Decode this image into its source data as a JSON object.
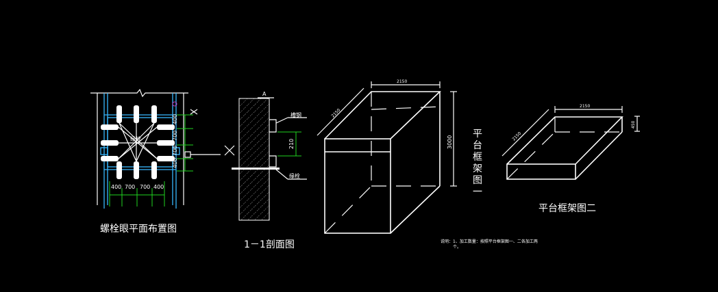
{
  "plan": {
    "title": "螺栓眼平面布置图",
    "center_label": "缘栓",
    "dims_bottom": [
      "400",
      "700",
      "700",
      "400"
    ],
    "dims_right": [
      "400",
      "700",
      "700",
      "400"
    ]
  },
  "section": {
    "title": "1－1剖面图",
    "mark": "A",
    "label_top": "槽钢",
    "label_bottom": "缘栓",
    "dim": "210"
  },
  "frame1": {
    "title_chars": [
      "平",
      "台",
      "框",
      "架",
      "图",
      "一"
    ],
    "dim_top": "2150",
    "dim_side": "2150",
    "dim_height": "3000"
  },
  "frame2": {
    "title": "平台框架图二",
    "dim_top": "2150",
    "dim_side": "2150",
    "dim_height": "450"
  },
  "note": {
    "line1": "说明：1、加工数量：按照平台框架图一、二各加工两",
    "line2": "个。"
  },
  "colors": {
    "background": "#000000",
    "line": "#ffffff",
    "steel": "#38b8ff",
    "dimension": "#21d321",
    "marker": "#c03cc0"
  }
}
